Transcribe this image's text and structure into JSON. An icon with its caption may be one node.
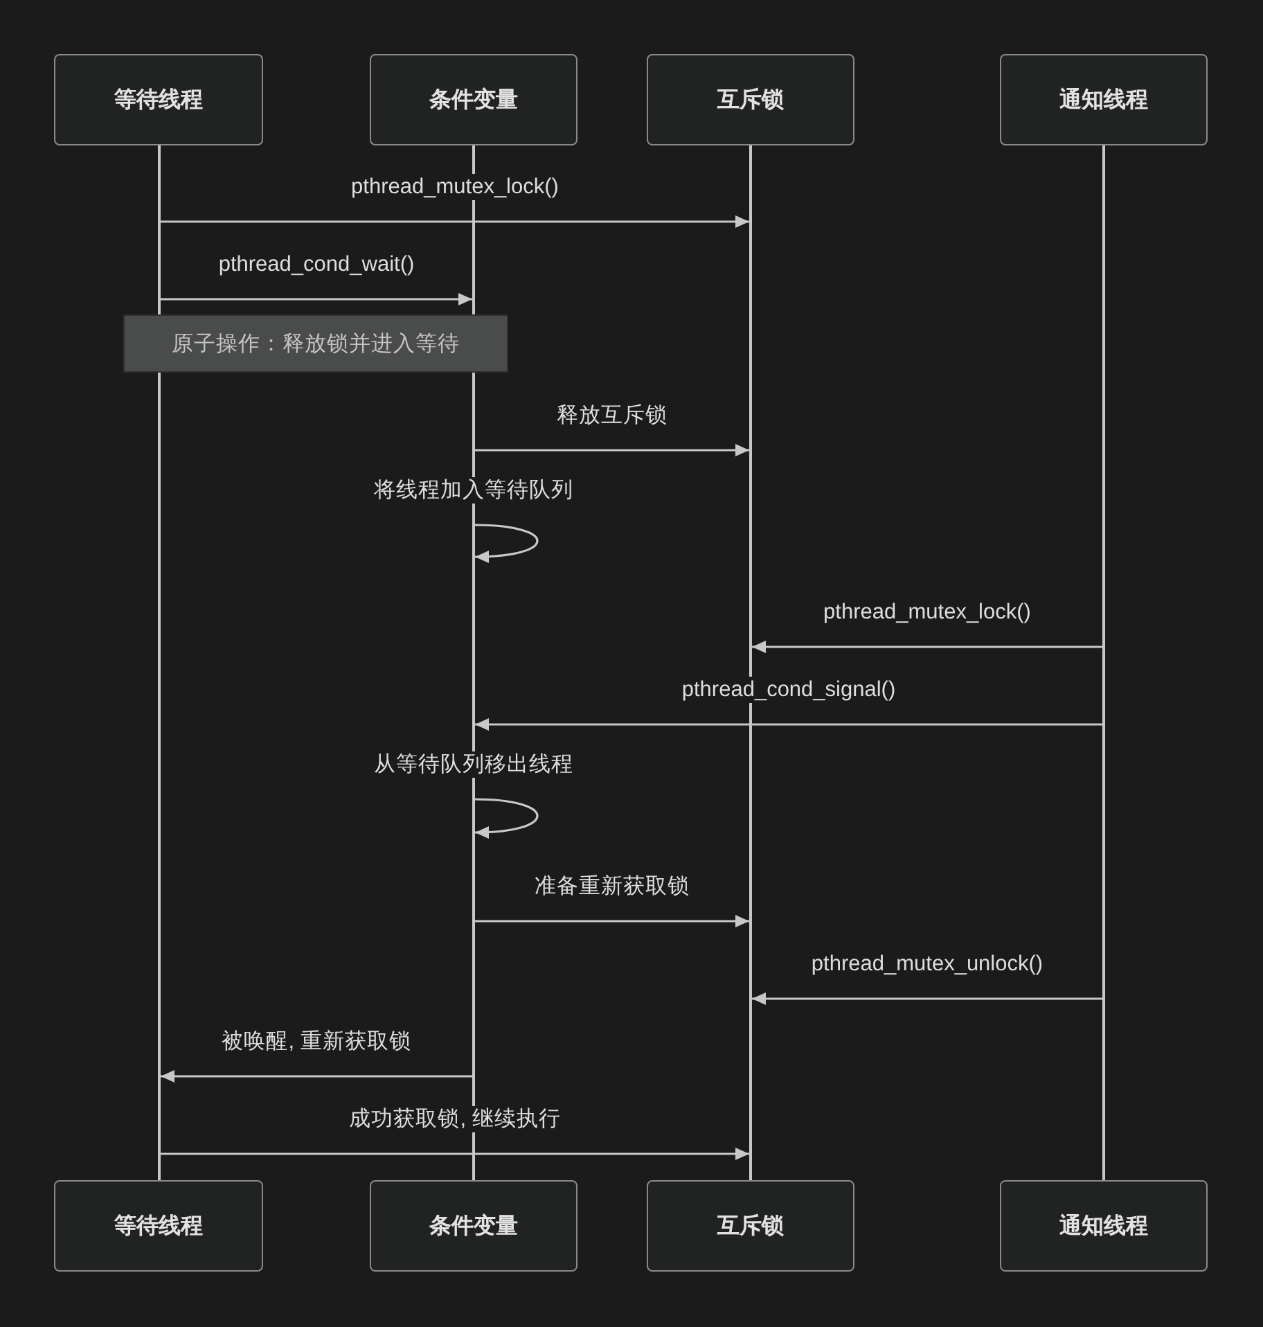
{
  "diagram": {
    "nodes": [
      {
        "text": [
          "等待线程"
        ]
      },
      {
        "text": [
          "条件变量"
        ]
      },
      {
        "text": [
          "互斥锁"
        ]
      },
      {
        "text": [
          "通知线程"
        ]
      },
      {
        "text": [],
        "shape": "line"
      },
      {
        "text": [],
        "shape": "line"
      },
      {
        "text": [],
        "shape": "line"
      },
      {
        "text": [],
        "shape": "line"
      },
      {
        "text": [
          "原子操作：释放锁并进入等待"
        ]
      },
      {
        "text": [
          "等待线程"
        ]
      },
      {
        "text": [
          "条件变量"
        ]
      },
      {
        "text": [
          "互斥锁"
        ]
      },
      {
        "text": [
          "通知线程"
        ]
      }
    ],
    "edges": [
      {
        "from": 4,
        "to": 6,
        "arrow": "to",
        "label": "pthread_mutex_lock()"
      },
      {
        "from": 4,
        "to": 5,
        "arrow": "to",
        "label": "pthread_cond_wait()"
      },
      {
        "from": 5,
        "to": 6,
        "arrow": "to",
        "label": "释放互斥锁"
      },
      {
        "from": 5,
        "to": 5,
        "arrow": "to",
        "label": "将线程加入等待队列"
      },
      {
        "from": 7,
        "to": 6,
        "arrow": "to",
        "label": "pthread_mutex_lock()"
      },
      {
        "from": 7,
        "to": 5,
        "arrow": "to",
        "label": "pthread_cond_signal()"
      },
      {
        "from": 5,
        "to": 5,
        "arrow": "to",
        "label": "从等待队列移出线程"
      },
      {
        "from": 5,
        "to": 6,
        "arrow": "to",
        "label": "准备重新获取锁"
      },
      {
        "from": 7,
        "to": 6,
        "arrow": "to",
        "label": "pthread_mutex_unlock()"
      },
      {
        "from": 5,
        "to": 4,
        "arrow": "to",
        "label": "被唤醒, 重新获取锁"
      },
      {
        "from": 4,
        "to": 6,
        "arrow": "to",
        "label": "成功获取锁, 继续执行"
      }
    ]
  }
}
